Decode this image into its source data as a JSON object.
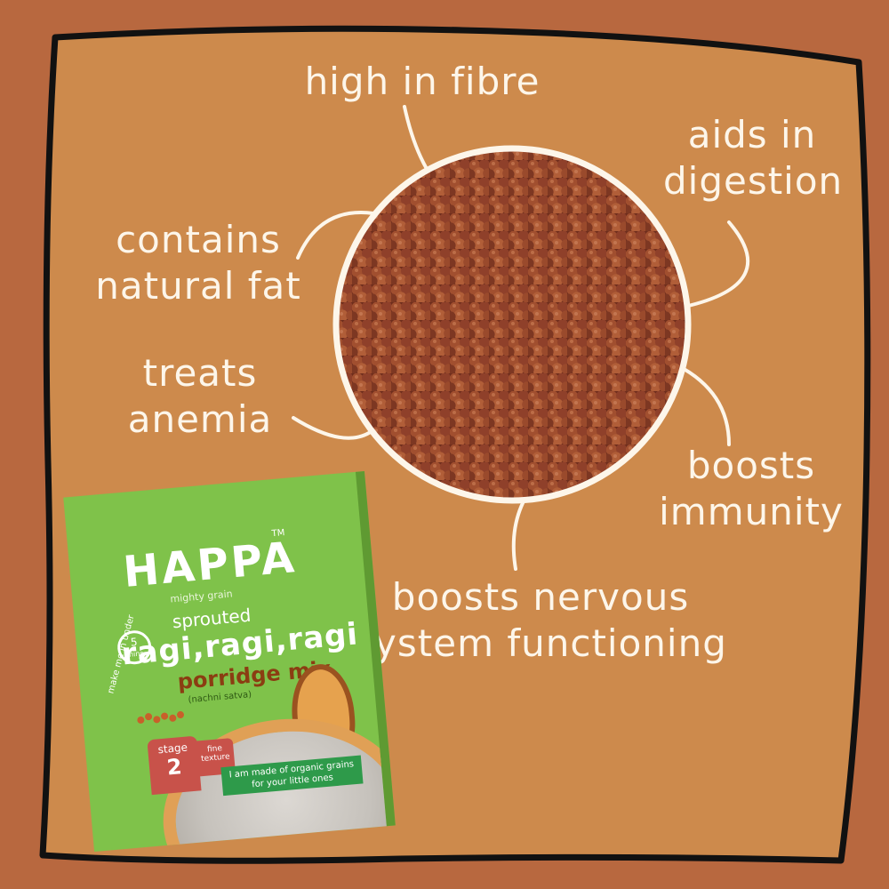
{
  "benefits": {
    "fibre": "high in fibre",
    "digestion": [
      "aids in",
      "digestion"
    ],
    "fat": [
      "contains",
      "natural fat"
    ],
    "anemia": [
      "treats",
      "anemia"
    ],
    "immunity": [
      "boosts",
      "immunity"
    ],
    "nervous": [
      "boosts nervous",
      "system functioning"
    ]
  },
  "product": {
    "brand": "HAPPA",
    "trademark": "TM",
    "tagline": "mighty grain",
    "descriptor": "sprouted",
    "name": "ragi,ragi,ragi",
    "kind": "porridge mix",
    "alt_name": "(nachni satva)",
    "timer_prefix": "make me in under",
    "timer_value": "5",
    "timer_unit": "mins",
    "stage_label": "stage",
    "stage_number": "2",
    "texture_label": "fine texture",
    "banner": "I am made of organic grains for your little ones"
  },
  "colors": {
    "background": "#b8683f",
    "panel": "#cd8a4c",
    "outline": "#111111",
    "text": "#fdf6ea",
    "box_green": "#7fc24a",
    "grain": "#9a4a2c"
  }
}
